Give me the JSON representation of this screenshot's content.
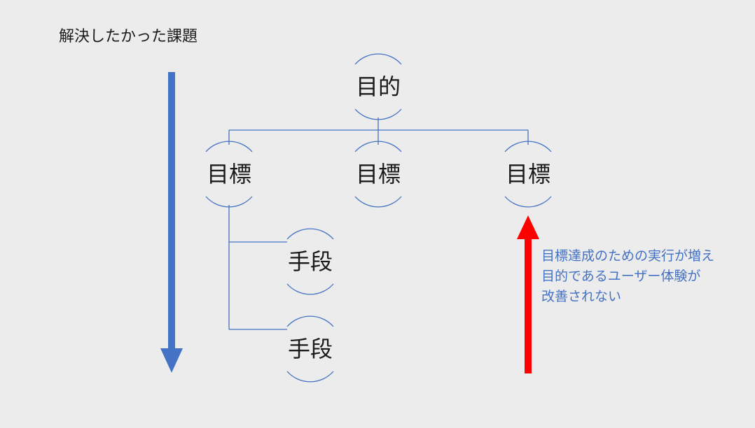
{
  "slide": {
    "title": "解決したかった課題"
  },
  "tree": {
    "root": "目的",
    "goals": [
      "目標",
      "目標",
      "目標"
    ],
    "means": [
      "手段",
      "手段"
    ]
  },
  "annotation": {
    "lines": [
      "目標達成のための実行が増え",
      "目的であるユーザー体験が",
      "改善されない"
    ]
  },
  "colors": {
    "background": "#ececec",
    "connector": "#4472c4",
    "down_arrow": "#4472c4",
    "up_arrow": "#ff0000",
    "annotation_text": "#4472c4"
  },
  "icons": {
    "down_arrow": "arrow-down-icon",
    "up_arrow": "arrow-up-icon"
  }
}
